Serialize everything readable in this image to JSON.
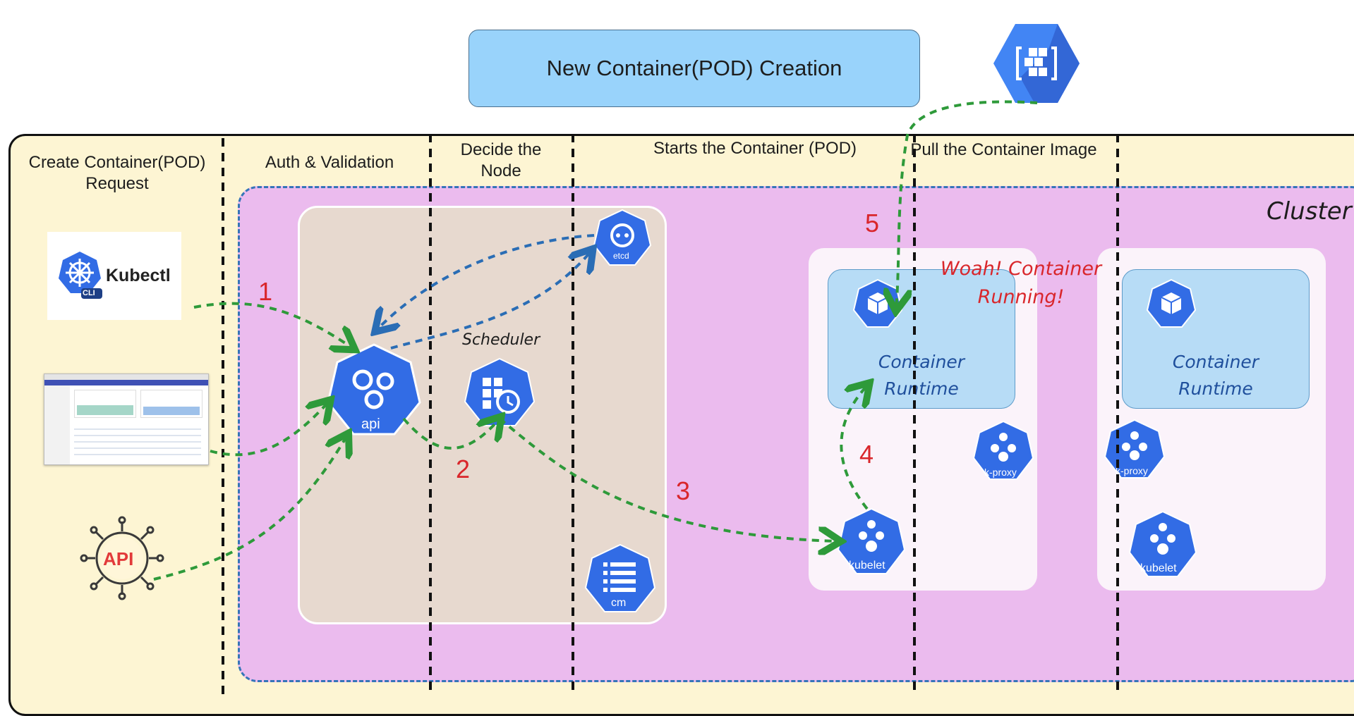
{
  "title": "New Container(POD) Creation",
  "phases": [
    "Create Container(POD) Request",
    "Auth & Validation",
    "Decide the Node",
    "Starts the Container (POD)",
    "Pull the Container Image"
  ],
  "cluster_label": "Cluster",
  "clients": {
    "kubectl_label": "Kubectl",
    "kubectl_badge": "CLI",
    "api_label": "API"
  },
  "components": {
    "api": "api",
    "etcd": "etcd",
    "scheduler": "Scheduler",
    "cm": "cm",
    "kubelet": "kubelet",
    "kproxy": "k-proxy"
  },
  "runtime_line1": "Container",
  "runtime_line2": "Runtime",
  "annotation_line1": "Woah! Container",
  "annotation_line2": "Running!",
  "steps": [
    "1",
    "2",
    "3",
    "4",
    "5"
  ],
  "colors": {
    "k8s_blue": "#326ce5",
    "arrow_green": "#2e9a3a",
    "arrow_blue": "#2a6db5",
    "step_red": "#d9262b",
    "gcr_blue": "#4285f4"
  }
}
